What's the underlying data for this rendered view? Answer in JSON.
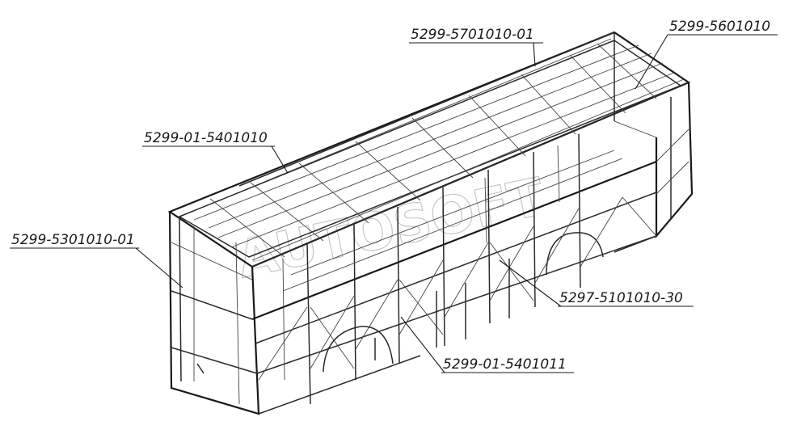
{
  "watermark": "AUTOSOFT",
  "callouts": [
    {
      "id": "roof",
      "part_number": "5299-5701010-01"
    },
    {
      "id": "rear-wall",
      "part_number": "5299-5601010"
    },
    {
      "id": "left-side-upper",
      "part_number": "5299-01-5401010"
    },
    {
      "id": "front-wall",
      "part_number": "5299-5301010-01"
    },
    {
      "id": "base",
      "part_number": "5297-5101010-30"
    },
    {
      "id": "left-side-lower",
      "part_number": "5299-01-5401011"
    }
  ]
}
